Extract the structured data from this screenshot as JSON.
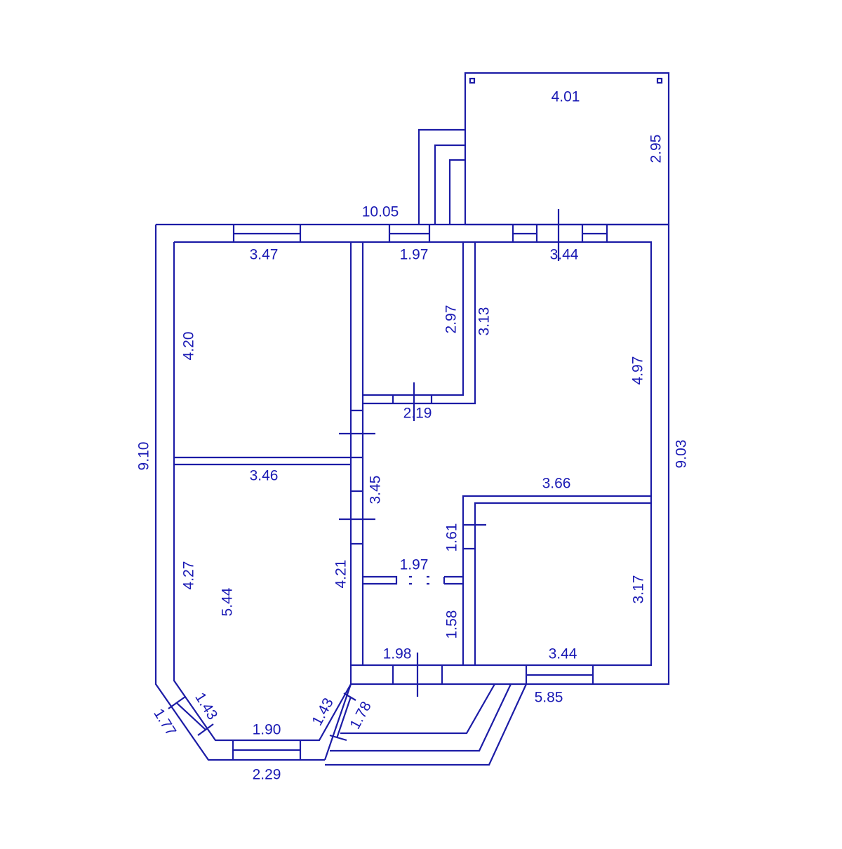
{
  "plan": {
    "line_color": "#1c1ca6",
    "text_color": "#1a1ab4",
    "dimensions": {
      "terrace_width": "4.01",
      "terrace_depth": "2.95",
      "overall_top": "10.05",
      "room1_width": "3.47",
      "room2_width": "1.97",
      "room3_width": "3.44",
      "room1_depth": "4.20",
      "room2_depth": "2.97",
      "room2_wall": "3.13",
      "room3_depth": "4.97",
      "room2_bottom": "2.19",
      "overall_left": "9.10",
      "overall_right": "9.03",
      "room4_width": "3.46",
      "hall_length": "3.45",
      "room5_width": "3.66",
      "room5_upper": "1.61",
      "hall_width": "1.97",
      "room4_depth": "4.27",
      "room4_length": "5.44",
      "hall_wall": "4.21",
      "room5_depth": "3.17",
      "hall_lower": "1.58",
      "entry_width": "1.98",
      "room5_bottom": "3.44",
      "bay_side_inner_left": "1.43",
      "bay_side_inner_right": "1.43",
      "bay_side_outer_left": "1.77",
      "bay_front_inner": "1.90",
      "bay_front_outer": "2.29",
      "porch_side": "1.78",
      "overall_bottom": "5.85"
    }
  }
}
